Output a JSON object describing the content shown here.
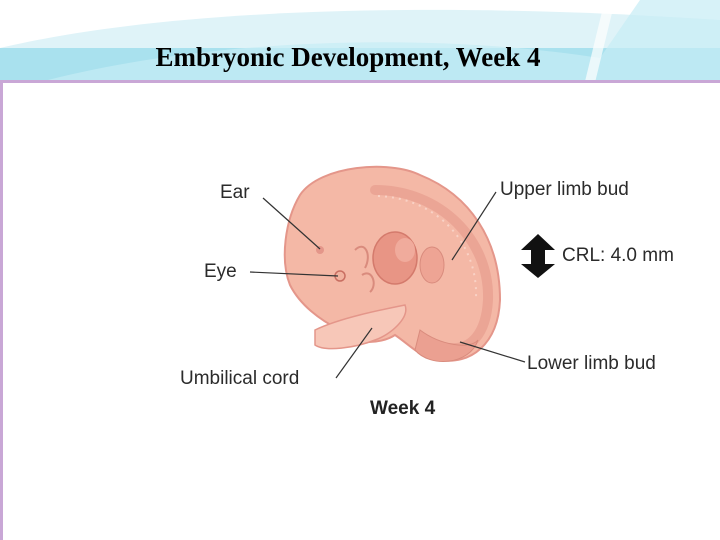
{
  "slide": {
    "title": "Embryonic Development, Week 4"
  },
  "figure": {
    "labels": {
      "ear": "Ear",
      "eye": "Eye",
      "upper_limb_bud": "Upper limb bud",
      "crl": "CRL: 4.0 mm",
      "lower_limb_bud": "Lower limb bud",
      "umbilical_cord": "Umbilical cord",
      "week": "Week 4"
    }
  },
  "colors": {
    "header_band": "#a9e1ee",
    "accent_border": "#c9a7d6",
    "embryo_skin": "#f4b8a6",
    "embryo_shade": "#e8958a",
    "label_text": "#2b2b2b"
  }
}
